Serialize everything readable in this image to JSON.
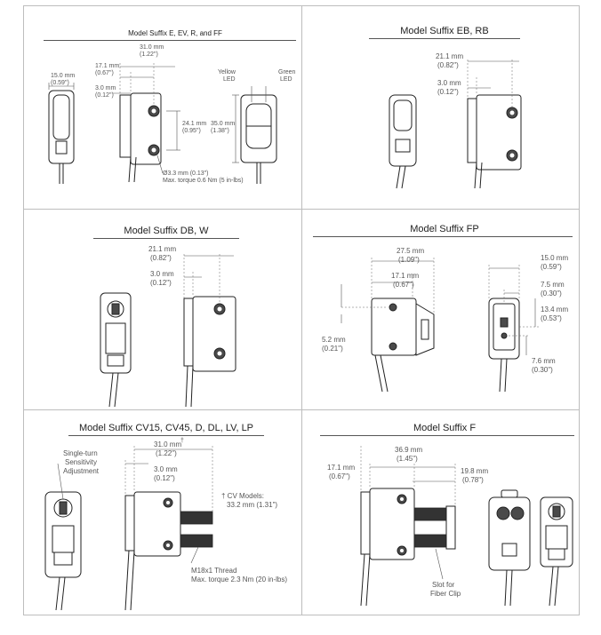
{
  "colors": {
    "border": "#bdbdbd",
    "line": "#222222",
    "text": "#333333"
  },
  "panels": {
    "p1": {
      "title": "Model Suffix E, EV, R, and FF",
      "dims": {
        "width": "15.0 mm",
        "width_in": "(0.59\")",
        "total": "31.0 mm",
        "total_in": "(1.22\")",
        "body": "17.1 mm",
        "body_in": "(0.67\")",
        "flange": "3.0 mm",
        "flange_in": "(0.12\")",
        "holes": "24.1 mm",
        "holes_in": "(0.95\")",
        "height": "35.0 mm",
        "height_in": "(1.38\")",
        "hole_dia": "Ø3.3 mm (0.13\")",
        "torque": "Max. torque 0.6 Nm (5 in-lbs)"
      },
      "leds": {
        "yellow": "Yellow",
        "green": "Green",
        "led": "LED"
      }
    },
    "p2": {
      "title": "Model Suffix EB, RB",
      "dims": {
        "a": "21.1 mm",
        "a_in": "(0.82\")",
        "b": "3.0 mm",
        "b_in": "(0.12\")"
      }
    },
    "p3": {
      "title": "Model Suffix DB, W",
      "dims": {
        "a": "21.1 mm",
        "a_in": "(0.82\")",
        "b": "3.0 mm",
        "b_in": "(0.12\")"
      }
    },
    "p4": {
      "title": "Model Suffix FP",
      "dims": {
        "a": "27.5 mm",
        "a_in": "(1.09\")",
        "b": "17.1 mm",
        "b_in": "(0.67\")",
        "c": "5.2 mm",
        "c_in": "(0.21\")",
        "d": "15.0 mm",
        "d_in": "(0.59\")",
        "e": "7.5 mm",
        "e_in": "(0.30\")",
        "f": "13.4 mm",
        "f_in": "(0.53\")",
        "g": "7.6 mm",
        "g_in": "(0.30\")"
      }
    },
    "p5": {
      "title": "Model Suffix CV15, CV45, D, DL, LV, LP",
      "dims": {
        "a": "31.0 mm",
        "a_dagger": "†",
        "a_in": "(1.22\")",
        "b": "3.0 mm",
        "b_in": "(0.12\")"
      },
      "callouts": {
        "adj1": "Single-turn",
        "adj2": "Sensitivity",
        "adj3": "Adjustment",
        "cv1": "† CV Models:",
        "cv2": "33.2 mm (1.31\")",
        "thread": "M18x1 Thread",
        "torque": "Max. torque 2.3 Nm (20 in-lbs)"
      }
    },
    "p6": {
      "title": "Model Suffix F",
      "dims": {
        "a": "17.1 mm",
        "a_in": "(0.67\")",
        "b": "36.9 mm",
        "b_in": "(1.45\")",
        "c": "19.8 mm",
        "c_in": "(0.78\")"
      },
      "callouts": {
        "slot1": "Slot for",
        "slot2": "Fiber Clip"
      }
    }
  }
}
